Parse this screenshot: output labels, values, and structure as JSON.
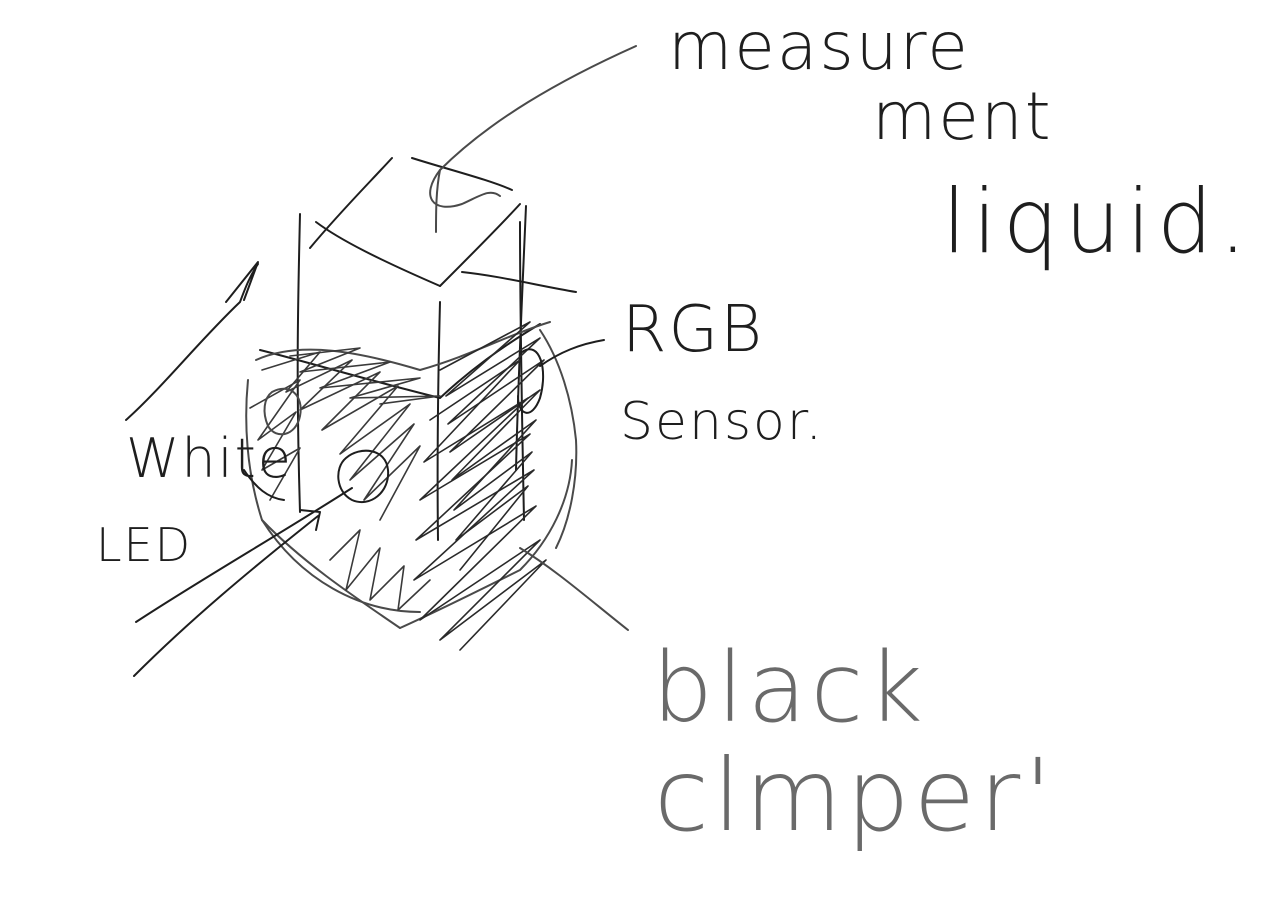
{
  "colors": {
    "ink_dark": "#1e1e1e",
    "ink_mid": "#4a4a4a",
    "ink_light": "#8a8a8a",
    "background": "#ffffff"
  },
  "labels": {
    "measurement_line1": "measure",
    "measurement_line2": "ment",
    "liquid": "liquid.",
    "rgb": "RGB",
    "sensor": "Sensor.",
    "white": "White",
    "led": "LED",
    "black": "black",
    "clmper": "clmper'"
  }
}
